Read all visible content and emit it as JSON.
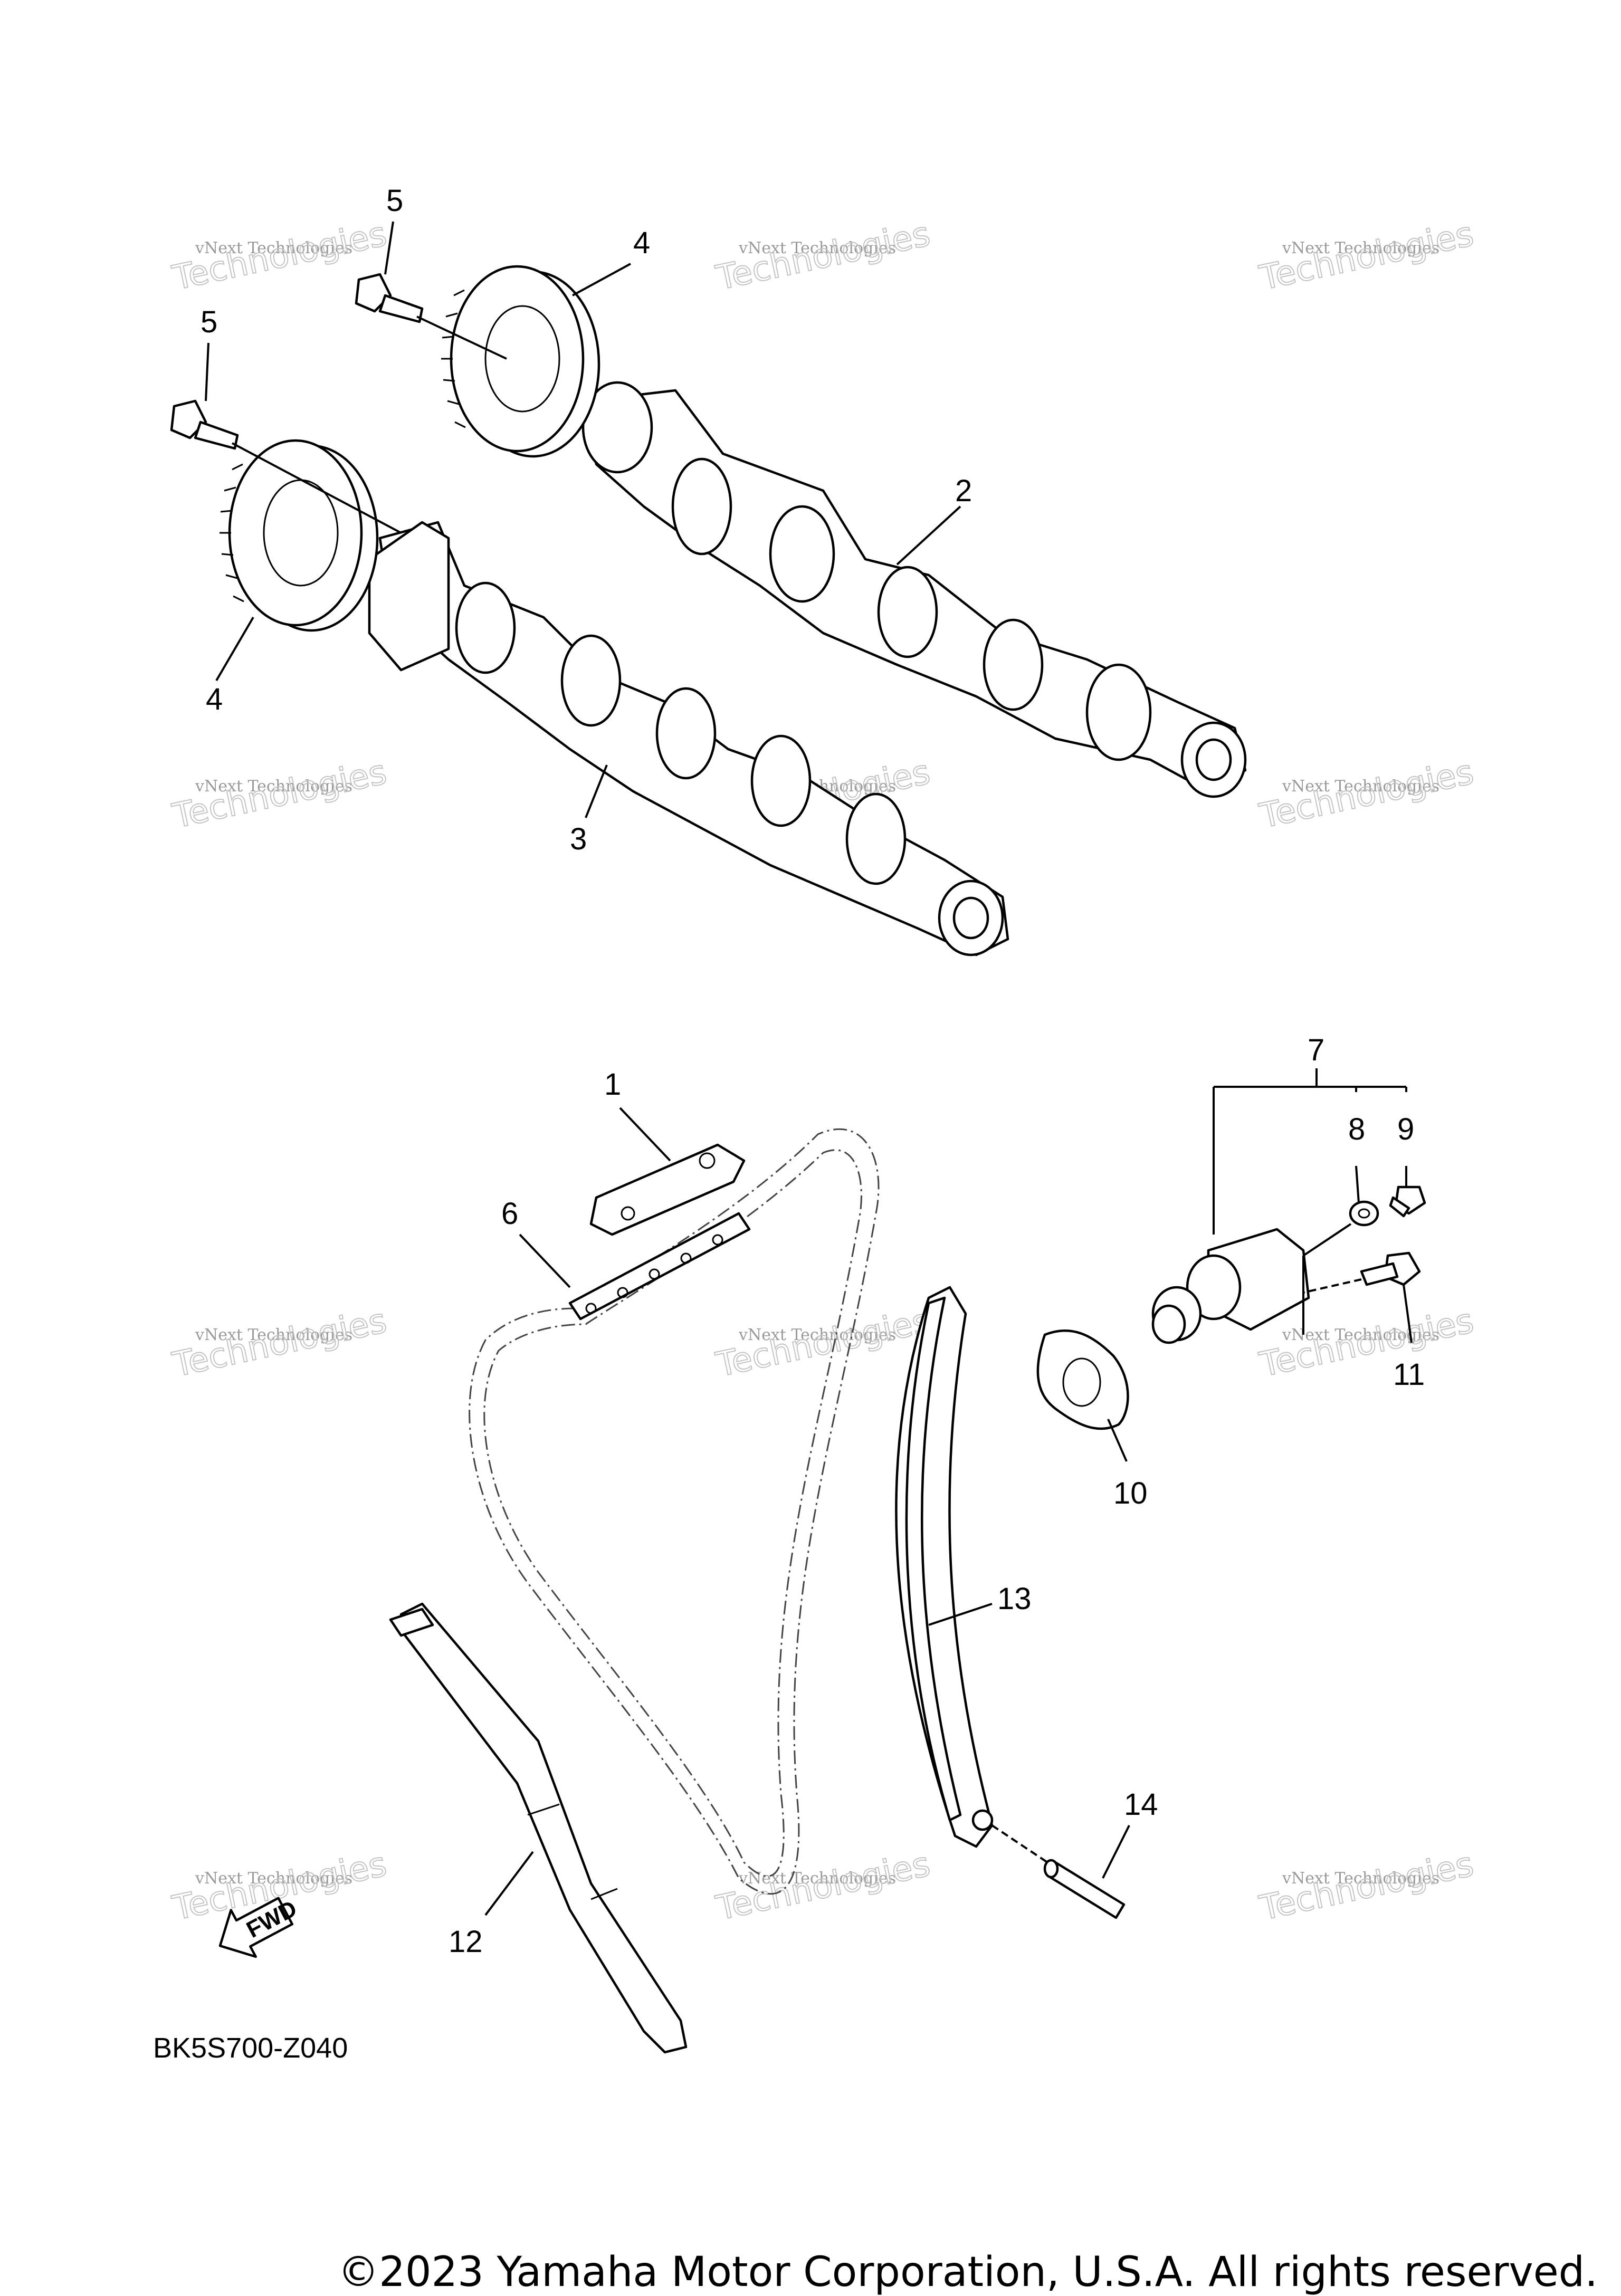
{
  "callouts": {
    "c1": "1",
    "c2": "2",
    "c3": "3",
    "c4a": "4",
    "c4b": "4",
    "c5a": "5",
    "c5b": "5",
    "c6": "6",
    "c7": "7",
    "c8": "8",
    "c9": "9",
    "c10": "10",
    "c11": "11",
    "c12": "12",
    "c13": "13",
    "c14": "14"
  },
  "fwd_label": "FWD",
  "diagram_code": "BK5S700-Z040",
  "watermark": {
    "line1": "vNext",
    "line2": "vNext Technologies",
    "line3": "Technologies"
  },
  "copyright": "©2023 Yamaha Motor Corporation, U.S.A. All rights reserved."
}
